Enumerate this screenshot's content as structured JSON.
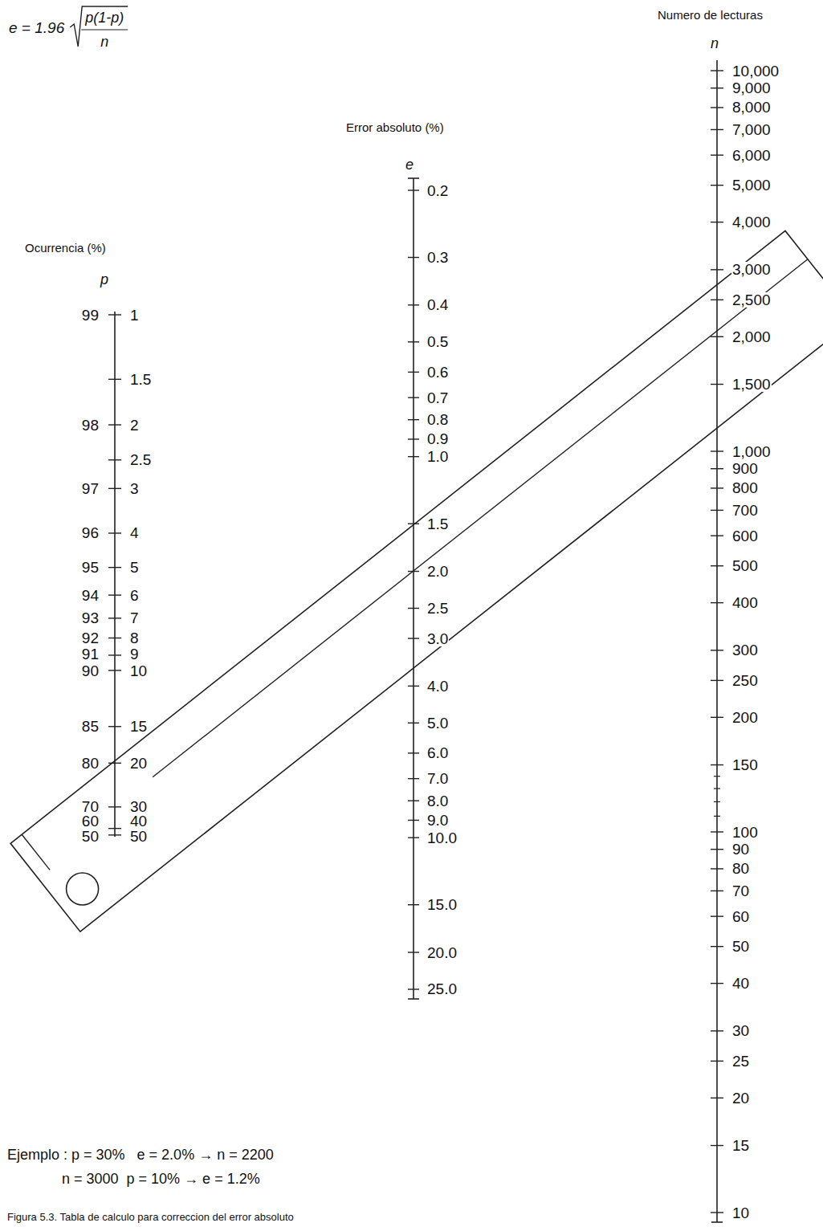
{
  "diagram": {
    "caption": "Figura 5.3. Tabla de calculo para correccion del error absoluto",
    "labels": [
      "e = 1.96",
      "p(1-p)",
      "n",
      "Numero de lecturas",
      "n",
      "Error absoluto (%)",
      "e",
      "Ocurrencia (%)",
      "p",
      "99",
      "98",
      "97",
      "96",
      "95",
      "94",
      "93",
      "92",
      "91",
      "90",
      "85",
      "80",
      "70",
      "60",
      "50",
      "1",
      "1.5",
      "2",
      "2.5",
      "3",
      "4",
      "5",
      "6",
      "7",
      "8",
      "9",
      "10",
      "15",
      "20",
      "30",
      "40",
      "50",
      "0.2",
      "0.3",
      "0.4",
      "0.5",
      "0.6",
      "0.7",
      "0.8",
      "0.9",
      "1.0",
      "1.5",
      "2.0",
      "2.5",
      "3.0",
      "4.0",
      "5.0",
      "6.0",
      "7.0",
      "8.0",
      "9.0",
      "10.0",
      "15.0",
      "20.0",
      "25.0",
      "10,000",
      "9,000",
      "8,000",
      "7,000",
      "6,000",
      "5,000",
      "4,000",
      "3,000",
      "2,500",
      "2,000",
      "1,500",
      "1,000",
      "900",
      "800",
      "700",
      "600",
      "500",
      "400",
      "300",
      "250",
      "200",
      "150",
      "100",
      "90",
      "80",
      "70",
      "60",
      "50",
      "40",
      "30",
      "25",
      "20",
      "15",
      "10",
      "Ejemplo : p = 30%   e = 2.0% → n = 2200",
      "n = 3000  p = 10% → e = 1.2%"
    ]
  }
}
